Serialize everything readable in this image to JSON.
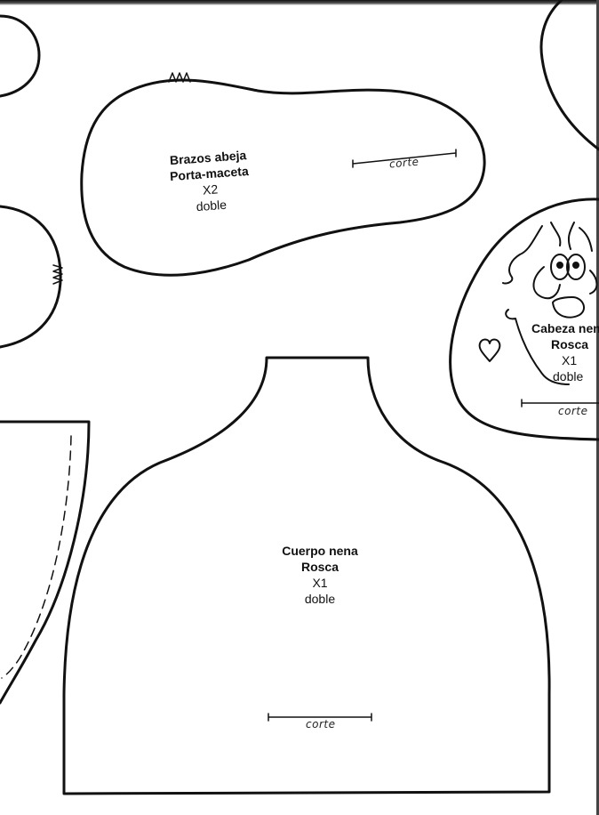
{
  "pieces": {
    "brazos": {
      "title1": "Brazos abeja",
      "title2": "Porta-maceta",
      "qty": "X2",
      "fold": "doble",
      "cut": "corte"
    },
    "cabeza": {
      "title1": "Cabeza nena",
      "title2": "Rosca",
      "qty": "X1",
      "fold": "doble",
      "cut": "corte"
    },
    "cuerpo": {
      "title1": "Cuerpo nena",
      "title2": "Rosca",
      "qty": "X1",
      "fold": "doble",
      "cut": "corte"
    }
  },
  "colors": {
    "line": "#111111",
    "paper": "#ffffff"
  }
}
